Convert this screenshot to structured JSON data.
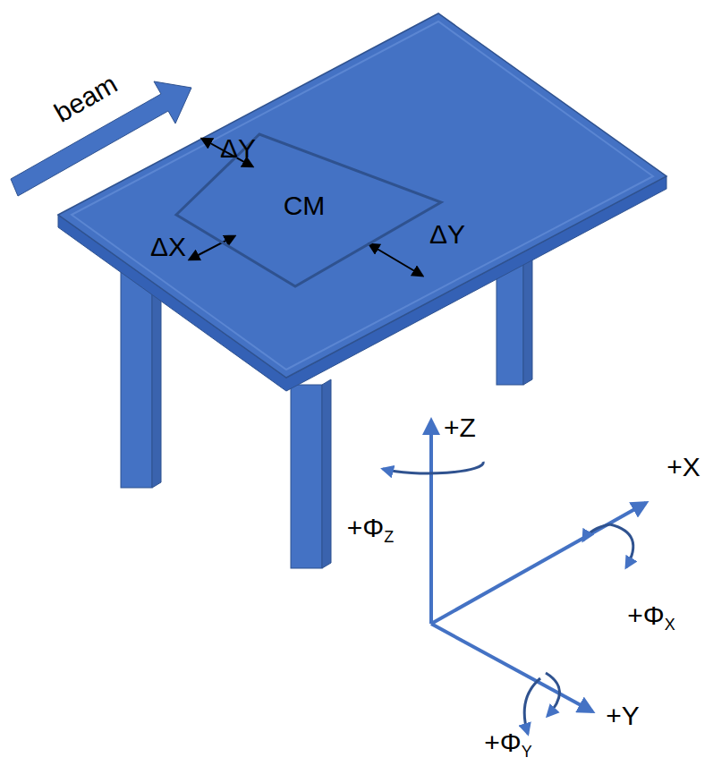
{
  "diagram": {
    "nodes": [
      {
        "text": [
          "CM"
        ]
      }
    ],
    "labels": [
      "beam",
      "ΔY",
      "ΔX",
      "ΔY",
      "+Z",
      "+X",
      "+Y",
      "+ΦZ",
      "+ΦX",
      "+ΦY"
    ]
  }
}
